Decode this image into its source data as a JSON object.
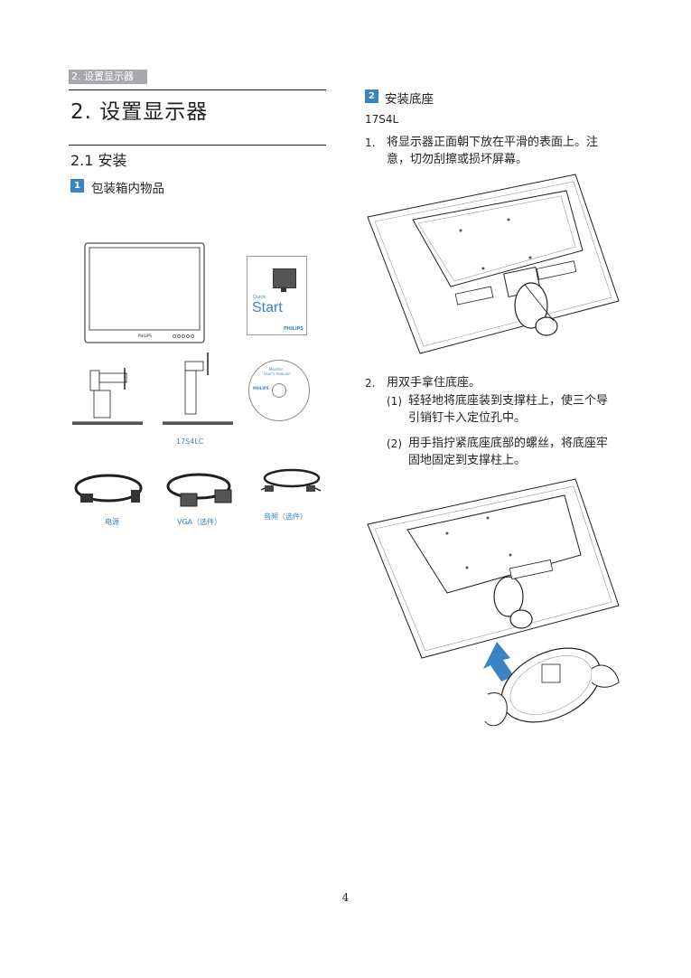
{
  "running_header": "2. 设置显示器",
  "chapter_title": "2.  设置显示器",
  "section_title": "2.1  安装",
  "step1": {
    "number": "1",
    "title": "包装箱内物品"
  },
  "package_items": {
    "quick_start": {
      "brand_line": "PHILIPS",
      "word1": "Quick",
      "word2": "Start"
    },
    "cd_label": {
      "line1": "Monitor",
      "line2": "User's manual",
      "brand": "PHILIPS"
    },
    "model_label": "17S4LC",
    "captions": {
      "power": "电源",
      "vga": "VGA（选件）",
      "audio": "音频（选件）"
    }
  },
  "step2": {
    "number": "2",
    "title": "安装底座",
    "model": "17S4L"
  },
  "instructions": [
    {
      "num": "1.",
      "text": "将显示器正面朝下放在平滑的表面上。注意，切勿刮擦或损坏屏幕。"
    },
    {
      "num": "2.",
      "text": "用双手拿住底座。"
    }
  ],
  "sub_instructions": [
    {
      "num": "(1)",
      "text": "轻轻地将底座装到支撑柱上，使三个导引销钉卡入定位孔中。"
    },
    {
      "num": "(2)",
      "text": "用手指拧紧底座底部的螺丝，将底座牢固地固定到支撑柱上。"
    }
  ],
  "page_number": "4",
  "colors": {
    "accent": "#3b84c4",
    "header_tag": "#a7a9ac"
  },
  "icons": [
    "monitor-front-icon",
    "quick-start-booklet-icon",
    "monitor-side-icon",
    "cd-icon",
    "power-cable-icon",
    "vga-cable-icon",
    "audio-cable-icon",
    "monitor-back-illustration",
    "base-attach-illustration",
    "arrow-icon"
  ]
}
